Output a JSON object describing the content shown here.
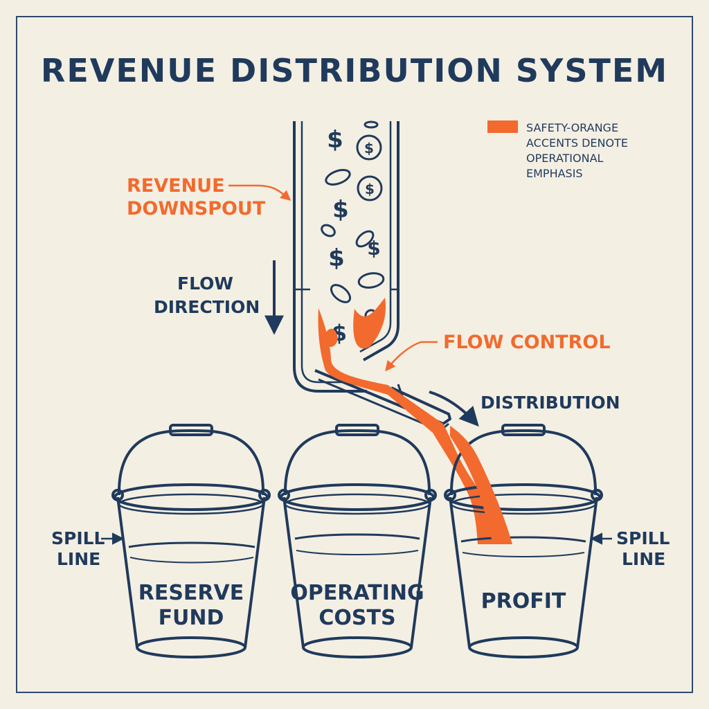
{
  "title": "REVENUE DISTRIBUTION SYSTEM",
  "legend": {
    "lines": [
      "SAFETY-ORANGE",
      "ACCENTS DENOTE",
      "OPERATIONAL",
      "EMPHASIS"
    ]
  },
  "labels": {
    "revenue_downspout": [
      "REVENUE",
      "DOWNSPOUT"
    ],
    "flow_direction": [
      "FLOW",
      "DIRECTION"
    ],
    "flow_control": "FLOW CONTROL",
    "distribution": "DISTRIBUTION",
    "spill_line_left": [
      "SPILL",
      "LINE"
    ],
    "spill_line_right": [
      "SPILL",
      "LINE"
    ]
  },
  "buckets": [
    {
      "lines": [
        "RESERVE",
        "FUND"
      ]
    },
    {
      "lines": [
        "OPERATING",
        "COSTS"
      ]
    },
    {
      "lines": [
        "PROFIT"
      ]
    }
  ],
  "symbols": {
    "dollar": "$"
  },
  "colors": {
    "navy": "#1f3a5c",
    "orange": "#f26a2e",
    "background": "#f4efe3",
    "frame": "#2c4a6b"
  }
}
